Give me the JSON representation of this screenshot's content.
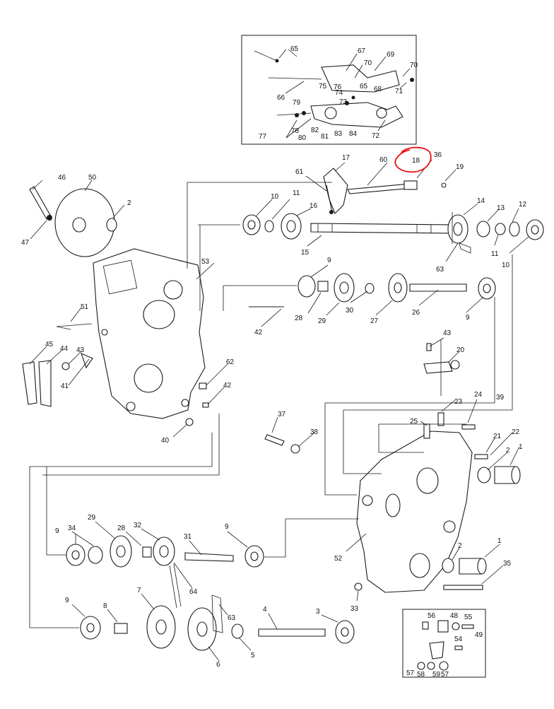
{
  "highlight": {
    "label": "18",
    "color": "#e11111"
  },
  "colors": {
    "ink": "#1a1a1a",
    "paper": "#ffffff",
    "highlight": "#e11111"
  },
  "callouts": {
    "c1a": "1",
    "c1b": "1",
    "c2a": "2",
    "c2b": "2",
    "c2c": "2",
    "c3": "3",
    "c4": "4",
    "c5": "5",
    "c6": "6",
    "c7": "7",
    "c8": "8",
    "c9a": "9",
    "c9b": "9",
    "c9c": "9",
    "c9d": "9",
    "c9e": "9",
    "c10a": "10",
    "c10b": "10",
    "c11a": "11",
    "c11b": "11",
    "c12": "12",
    "c13": "13",
    "c14": "14",
    "c15": "15",
    "c16": "16",
    "c17": "17",
    "c19": "19",
    "c20": "20",
    "c21": "21",
    "c22": "22",
    "c23": "23",
    "c24": "24",
    "c25": "25",
    "c26": "26",
    "c27": "27",
    "c28a": "28",
    "c28b": "28",
    "c29a": "29",
    "c29b": "29",
    "c30": "30",
    "c31": "31",
    "c32": "32",
    "c33": "33",
    "c34": "34",
    "c35": "35",
    "c36": "36",
    "c37": "37",
    "c38": "38",
    "c39": "39",
    "c40": "40",
    "c41": "41",
    "c42a": "42",
    "c42b": "42",
    "c43a": "43",
    "c43b": "43",
    "c44": "44",
    "c45": "45",
    "c46": "46",
    "c47": "47",
    "c48": "48",
    "c49": "49",
    "c50": "50",
    "c51": "51",
    "c52": "52",
    "c53": "53",
    "c54": "54",
    "c55": "55",
    "c56": "56",
    "c57": "57",
    "c58": "58",
    "c59": "59",
    "c57b": "57",
    "c60": "60",
    "c61": "61",
    "c62": "62",
    "c63a": "63",
    "c63b": "63",
    "c64": "64",
    "c65": "65",
    "c66": "66",
    "c67": "67",
    "c68": "68",
    "c69": "69",
    "c70a": "70",
    "c70b": "70",
    "c71": "71",
    "c72": "72",
    "c73": "73",
    "c74": "74",
    "c75": "75",
    "c76": "76",
    "c77": "77",
    "c78": "78",
    "c79": "79",
    "c80": "80",
    "c81": "81",
    "c82": "82",
    "c83": "83",
    "c84": "84",
    "c65b": "65"
  }
}
